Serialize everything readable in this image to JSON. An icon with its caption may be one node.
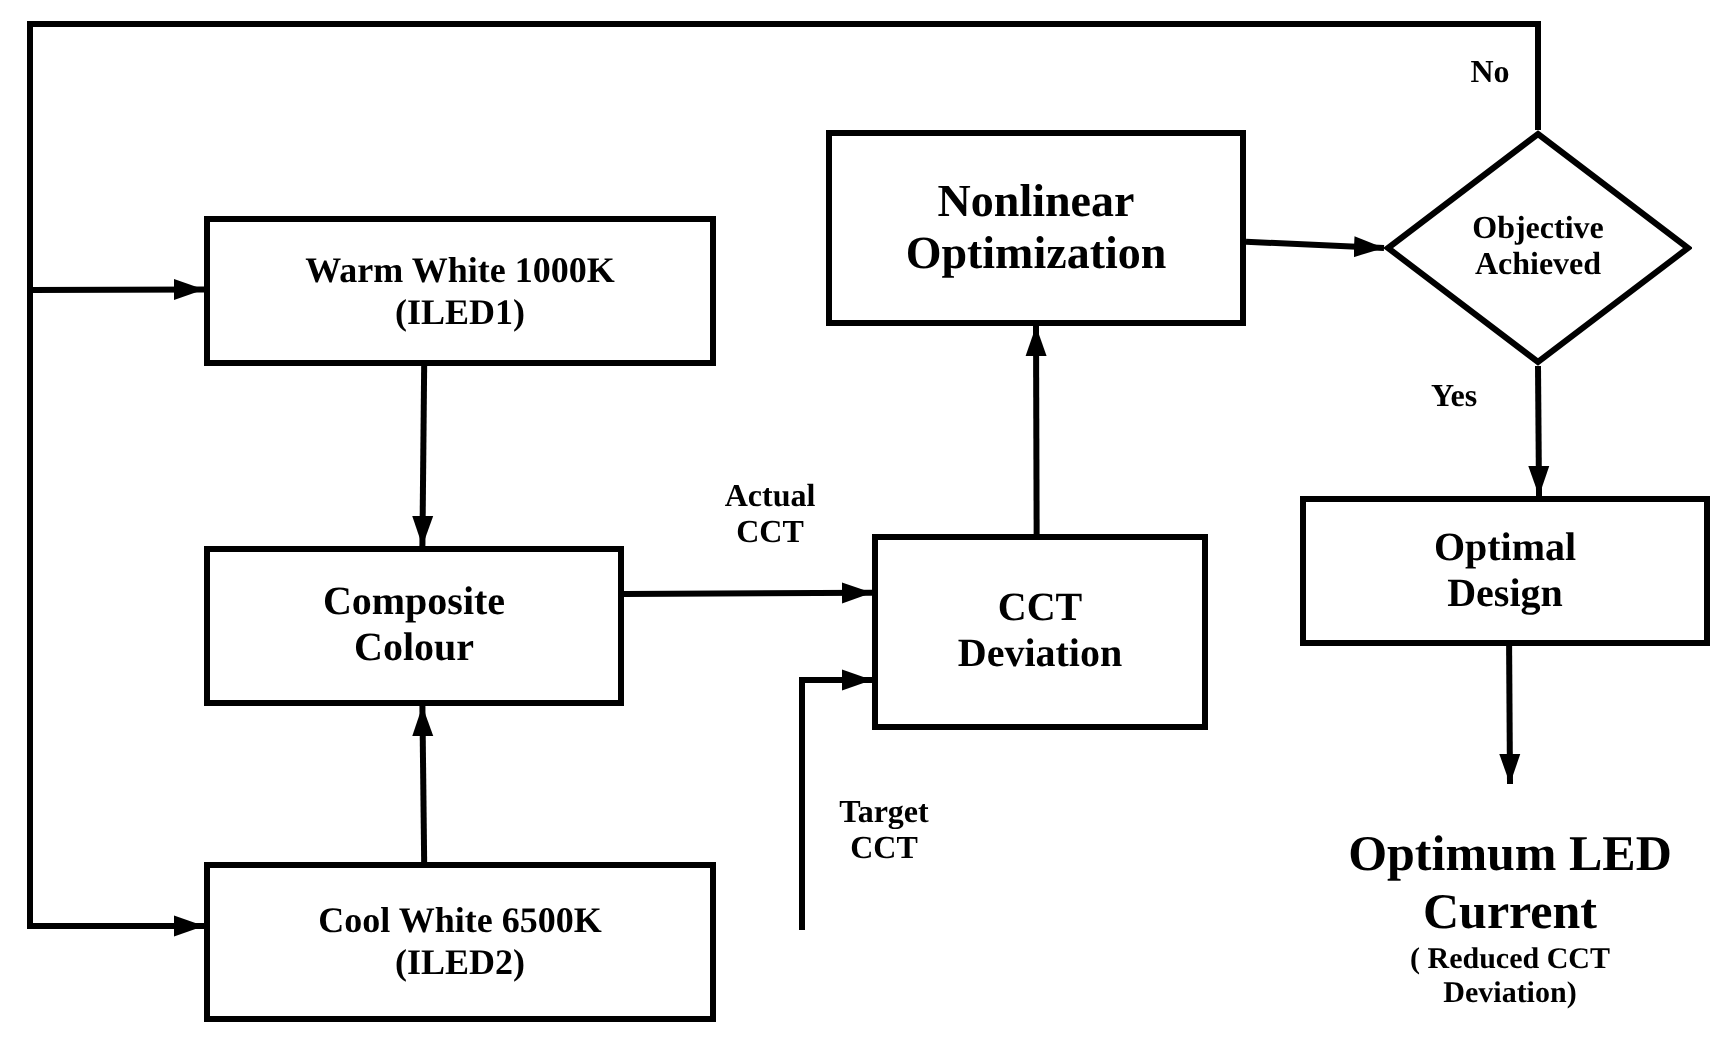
{
  "diagram": {
    "nodes": [
      {
        "text": [
          "Warm White 1000K (ILED1)"
        ]
      },
      {
        "text": [
          "Composite Colour"
        ]
      },
      {
        "text": [
          "Cool White 6500K (ILED2)"
        ]
      },
      {
        "text": [
          "CCT Deviation"
        ]
      },
      {
        "text": [
          "Nonlinear Optimization"
        ]
      },
      {
        "text": [
          "Objective Achieved"
        ]
      },
      {
        "text": [
          "Optimal Design"
        ]
      },
      {
        "text": [
          "Optimum LED Current",
          "( Reduced CCT Deviation)"
        ]
      }
    ],
    "edges": [
      {
        "from": 0,
        "to": 1,
        "arrow": "to"
      },
      {
        "from": 2,
        "to": 1,
        "arrow": "to"
      },
      {
        "from": 1,
        "to": 3,
        "arrow": "to",
        "label": "Actual CCT"
      },
      {
        "from": null,
        "to": 3,
        "arrow": "to",
        "label": "Target CCT"
      },
      {
        "from": 3,
        "to": 4,
        "arrow": "to"
      },
      {
        "from": 4,
        "to": 5,
        "arrow": "to"
      },
      {
        "from": 5,
        "to": 6,
        "arrow": "to",
        "label": "Yes"
      },
      {
        "from": 6,
        "to": 7,
        "arrow": "to"
      },
      {
        "from": 5,
        "to": 0,
        "arrow": "to",
        "label": "No"
      },
      {
        "from": 5,
        "to": 2,
        "arrow": "to"
      }
    ]
  }
}
